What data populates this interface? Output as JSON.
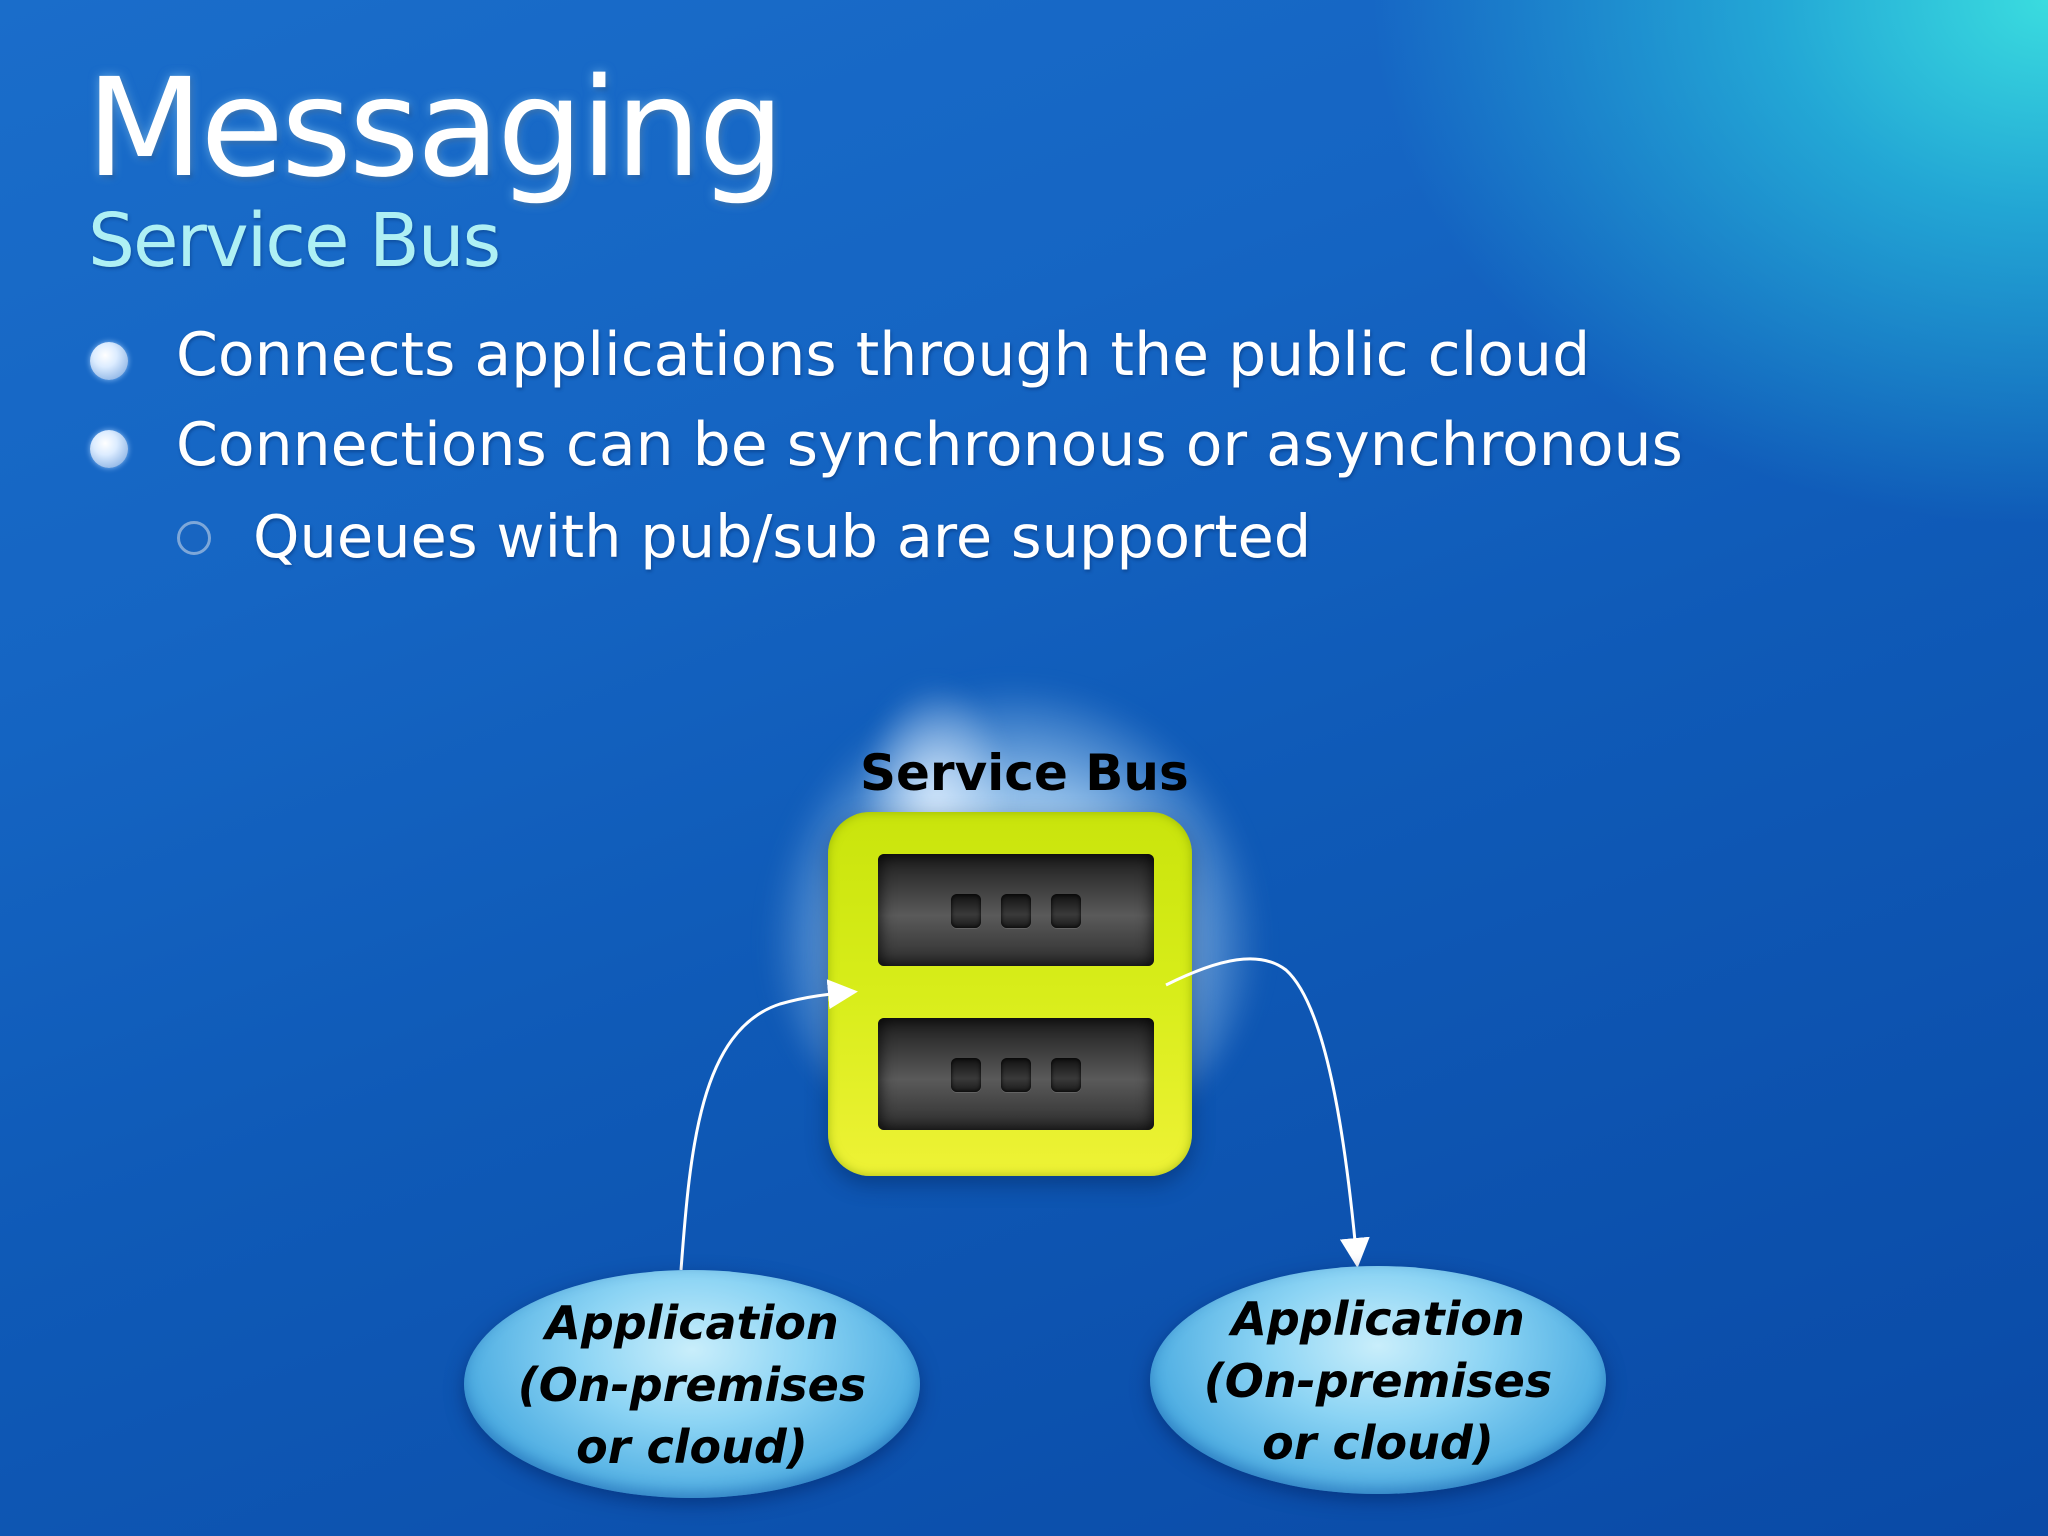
{
  "slide": {
    "title": "Messaging",
    "subtitle": "Service Bus",
    "bullets": [
      "Connects applications through the public cloud",
      "Connections can be synchronous or asynchronous"
    ],
    "sub_bullets": [
      "Queues with pub/sub are supported"
    ]
  },
  "diagram": {
    "service_bus_label": "Service Bus",
    "app_left": "Application\n(On-premises\nor cloud)",
    "app_right": "Application\n(On-premises\nor cloud)"
  },
  "colors": {
    "background": "#1565c3",
    "accent_cyan": "#aef0f4",
    "queue_yellow": "#d8ed1a",
    "application_blue": "#8cd4f4"
  },
  "icons": [
    "bullet-dot-icon",
    "hollow-ring-icon",
    "cloud-icon",
    "queue-icon",
    "arrow-icon"
  ]
}
